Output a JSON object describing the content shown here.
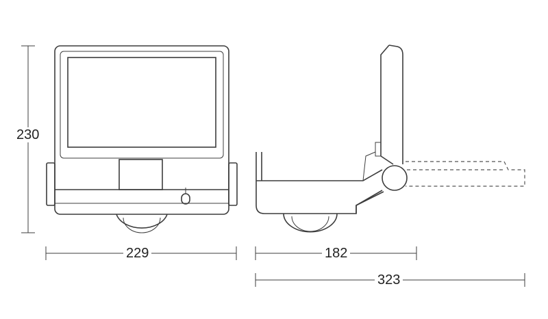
{
  "dimensions": {
    "height": "230",
    "front_width": "229",
    "side_depth": "182",
    "side_total": "323"
  },
  "colors": {
    "line": "#3c3c3c",
    "background": "#ffffff"
  }
}
